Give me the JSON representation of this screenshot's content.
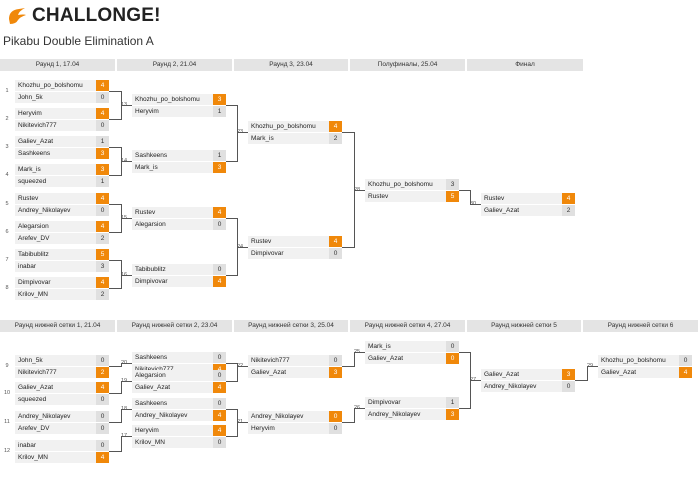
{
  "logo_text": "CHALLONGE!",
  "title": "Pikabu Double Elimination A",
  "winners_headers": [
    "Раунд 1, 17.04",
    "Раунд 2, 21.04",
    "Раунд 3, 23.04",
    "Полуфиналы, 25.04",
    "Финал"
  ],
  "losers_headers": [
    "Раунд нижней сетки 1, 21.04",
    "Раунд нижней сетки 2, 23.04",
    "Раунд нижней сетки 3, 25.04",
    "Раунд нижней сетки 4, 27.04",
    "Раунд нижней сетки 5",
    "Раунд нижней сетки 6"
  ],
  "winners_matches": [
    {
      "round": 0,
      "num": "1",
      "p1": "Khozhu_po_bolshomu",
      "s1": "4",
      "p2": "John_5k",
      "s2": "0",
      "winner": 1
    },
    {
      "round": 0,
      "num": "2",
      "p1": "Heryvim",
      "s1": "4",
      "p2": "Nikitevich777",
      "s2": "0",
      "winner": 1
    },
    {
      "round": 0,
      "num": "3",
      "p1": "Galiev_Azat",
      "s1": "1",
      "p2": "Sashkeens",
      "s2": "3",
      "winner": 2
    },
    {
      "round": 0,
      "num": "4",
      "p1": "Mark_is",
      "s1": "3",
      "p2": "squeezed",
      "s2": "1",
      "winner": 1
    },
    {
      "round": 0,
      "num": "5",
      "p1": "Rustev",
      "s1": "4",
      "p2": "Andrey_Nikolayev",
      "s2": "0",
      "winner": 1
    },
    {
      "round": 0,
      "num": "6",
      "p1": "Alegarsion",
      "s1": "4",
      "p2": "Arefev_DV",
      "s2": "2",
      "winner": 1
    },
    {
      "round": 0,
      "num": "7",
      "p1": "Tabibublitz",
      "s1": "5",
      "p2": "inabar",
      "s2": "3",
      "winner": 1
    },
    {
      "round": 0,
      "num": "8",
      "p1": "Dimpivovar",
      "s1": "4",
      "p2": "Krilov_MN",
      "s2": "2",
      "winner": 1
    },
    {
      "round": 1,
      "num": "13",
      "p1": "Khozhu_po_bolshomu",
      "s1": "3",
      "p2": "Heryvim",
      "s2": "1",
      "winner": 1
    },
    {
      "round": 1,
      "num": "14",
      "p1": "Sashkeens",
      "s1": "1",
      "p2": "Mark_is",
      "s2": "3",
      "winner": 2
    },
    {
      "round": 1,
      "num": "15",
      "p1": "Rustev",
      "s1": "4",
      "p2": "Alegarsion",
      "s2": "0",
      "winner": 1
    },
    {
      "round": 1,
      "num": "16",
      "p1": "Tabibublitz",
      "s1": "0",
      "p2": "Dimpivovar",
      "s2": "4",
      "winner": 2
    },
    {
      "round": 2,
      "num": "23",
      "p1": "Khozhu_po_bolshomu",
      "s1": "4",
      "p2": "Mark_is",
      "s2": "2",
      "winner": 1
    },
    {
      "round": 2,
      "num": "24",
      "p1": "Rustev",
      "s1": "4",
      "p2": "Dimpivovar",
      "s2": "0",
      "winner": 1
    },
    {
      "round": 3,
      "num": "28",
      "p1": "Khozhu_po_bolshomu",
      "s1": "3",
      "p2": "Rustev",
      "s2": "5",
      "winner": 2
    },
    {
      "round": 4,
      "num": "30",
      "p1": "Rustev",
      "s1": "4",
      "p2": "Galiev_Azat",
      "s2": "2",
      "winner": 1
    }
  ],
  "losers_matches": [
    {
      "round": 0,
      "num": "9",
      "p1": "John_5k",
      "s1": "0",
      "p2": "Nikitevich777",
      "s2": "2",
      "winner": 2
    },
    {
      "round": 0,
      "num": "10",
      "p1": "Galiev_Azat",
      "s1": "4",
      "p2": "squeezed",
      "s2": "0",
      "winner": 1
    },
    {
      "round": 0,
      "num": "11",
      "p1": "Andrey_Nikolayev",
      "s1": "0",
      "p2": "Arefev_DV",
      "s2": "0",
      "winner": 0
    },
    {
      "round": 0,
      "num": "12",
      "p1": "inabar",
      "s1": "0",
      "p2": "Krilov_MN",
      "s2": "4",
      "winner": 2
    },
    {
      "round": 1,
      "num": "20",
      "p1": "Sashkeens",
      "s1": "0",
      "p2": "Nikitevich777",
      "s2": "4",
      "winner": 2
    },
    {
      "round": 1,
      "num": "19",
      "p1": "Alegarsion",
      "s1": "0",
      "p2": "Galiev_Azat",
      "s2": "4",
      "winner": 2
    },
    {
      "round": 1,
      "num": "18",
      "p1": "Sashkeens",
      "s1": "0",
      "p2": "Andrey_Nikolayev",
      "s2": "4",
      "winner": 2
    },
    {
      "round": 1,
      "num": "17",
      "p1": "Heryvim",
      "s1": "4",
      "p2": "Krilov_MN",
      "s2": "0",
      "winner": 1
    },
    {
      "round": 2,
      "num": "22",
      "p1": "Nikitevich777",
      "s1": "0",
      "p2": "Galiev_Azat",
      "s2": "3",
      "winner": 2
    },
    {
      "round": 2,
      "num": "21",
      "p1": "Andrey_Nikolayev",
      "s1": "0",
      "p2": "Heryvim",
      "s2": "0",
      "winner": 1
    },
    {
      "round": 3,
      "num": "25",
      "p1": "Mark_is",
      "s1": "0",
      "p2": "Galiev_Azat",
      "s2": "0",
      "winner": 2
    },
    {
      "round": 3,
      "num": "26",
      "p1": "Dimpivovar",
      "s1": "1",
      "p2": "Andrey_Nikolayev",
      "s2": "3",
      "winner": 2
    },
    {
      "round": 4,
      "num": "27",
      "p1": "Galiev_Azat",
      "s1": "3",
      "p2": "Andrey_Nikolayev",
      "s2": "0",
      "winner": 1
    },
    {
      "round": 5,
      "num": "29",
      "p1": "Khozhu_po_bolshomu",
      "s1": "0",
      "p2": "Galiev_Azat",
      "s2": "4",
      "winner": 2
    }
  ],
  "colors": {
    "win_score": "#f0880a",
    "slot_bg": "#f1f1f1",
    "header_bg": "#e4e4e4"
  },
  "icons": {
    "logo": "challonge-logo-icon"
  }
}
